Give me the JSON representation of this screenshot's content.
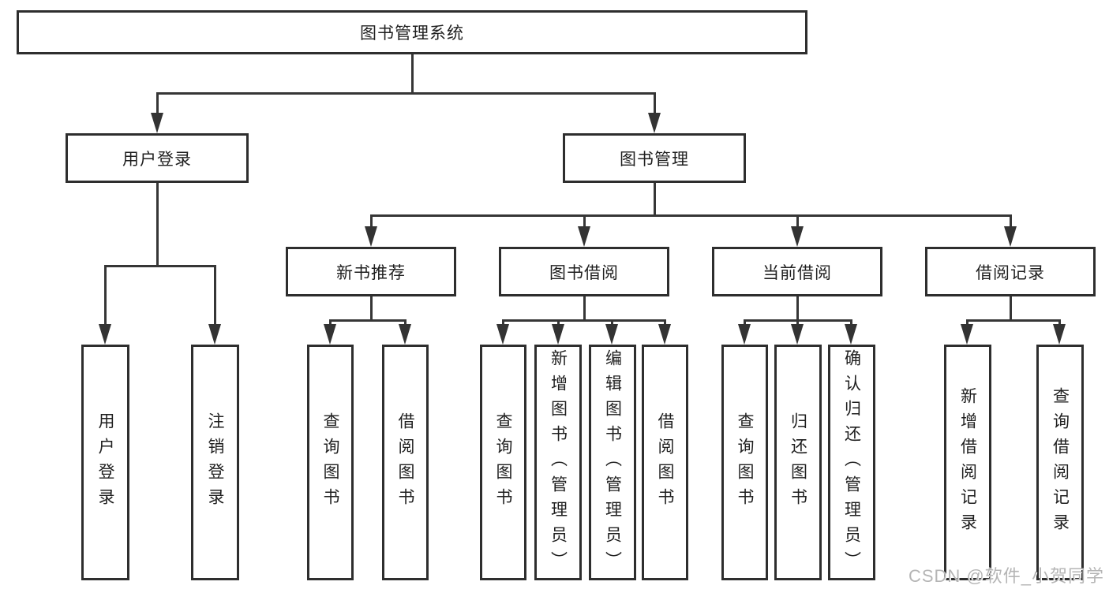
{
  "colors": {
    "background": "#ffffff",
    "line": "#363636",
    "box_border": "#2e2e2e",
    "text": "#1f1f1f",
    "watermark": "#b5b5b5"
  },
  "tree": {
    "label": "图书管理系统",
    "children": [
      {
        "label": "用户登录",
        "children": [
          {
            "label": "用户登录"
          },
          {
            "label": "注销登录"
          }
        ]
      },
      {
        "label": "图书管理",
        "children": [
          {
            "label": "新书推荐",
            "children": [
              {
                "label": "查询图书"
              },
              {
                "label": "借阅图书"
              }
            ]
          },
          {
            "label": "图书借阅",
            "children": [
              {
                "label": "查询图书"
              },
              {
                "label": "新增图书（管理员）"
              },
              {
                "label": "编辑图书（管理员）"
              },
              {
                "label": "借阅图书"
              }
            ]
          },
          {
            "label": "当前借阅",
            "children": [
              {
                "label": "查询图书"
              },
              {
                "label": "归还图书"
              },
              {
                "label": "确认归还（管理员）"
              }
            ]
          },
          {
            "label": "借阅记录",
            "children": [
              {
                "label": "新增借阅记录"
              },
              {
                "label": "查询借阅记录"
              }
            ]
          }
        ]
      }
    ]
  },
  "watermark": {
    "text": "CSDN @软件_小贺同学"
  }
}
